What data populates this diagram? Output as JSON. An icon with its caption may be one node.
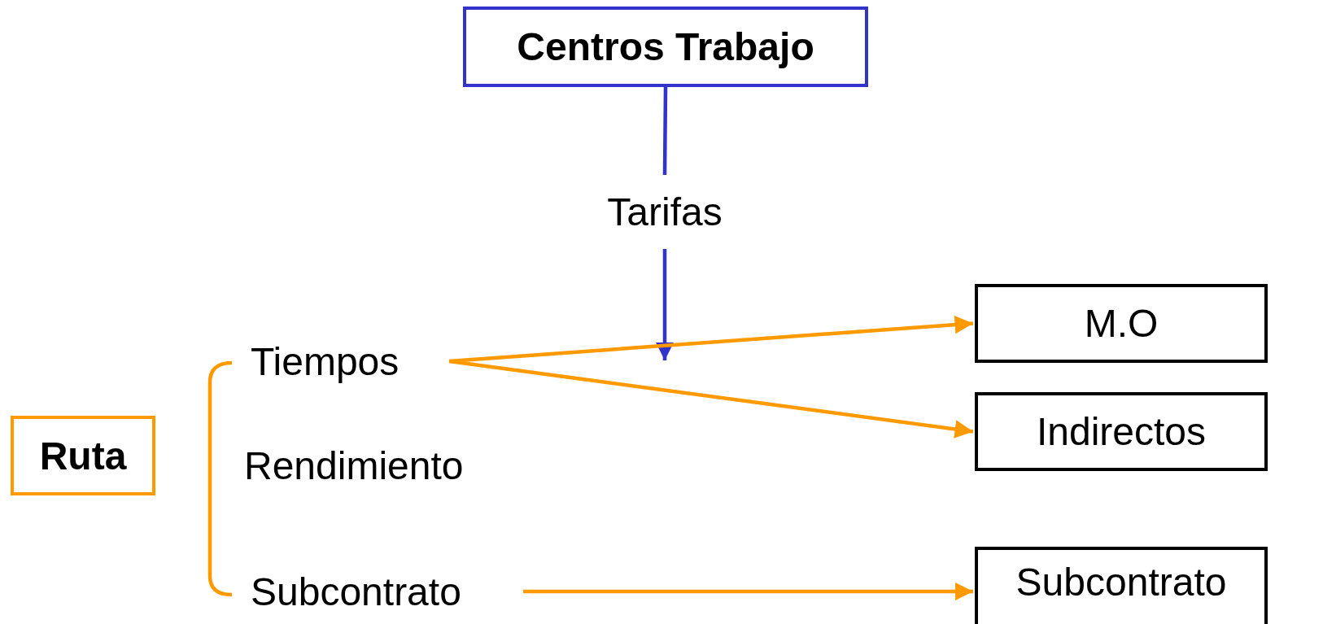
{
  "diagram": {
    "nodes": [
      {
        "text": [
          "Centros Trabajo"
        ]
      },
      {
        "text": [
          "Tarifas"
        ]
      },
      {
        "text": [
          "Ruta"
        ]
      },
      {
        "text": [
          "Tiempos"
        ]
      },
      {
        "text": [
          "Subcontrato"
        ]
      },
      {
        "text": [
          "M.O"
        ]
      },
      {
        "text": [
          "Indirectos"
        ]
      },
      {
        "text": [
          "Subcontrato"
        ]
      }
    ],
    "edges": [
      {
        "from": 0,
        "to": 1,
        "arrow": "none",
        "color": "#3333cc"
      },
      {
        "from": 1,
        "to": null,
        "arrow": "to",
        "color": "#3333cc"
      },
      {
        "from": 3,
        "to": 5,
        "arrow": "to"
      },
      {
        "from": 3,
        "to": 6,
        "arrow": "to"
      },
      {
        "from": 4,
        "to": 7,
        "arrow": "to"
      }
    ],
    "labels": [
      "Rendimiento"
    ]
  }
}
